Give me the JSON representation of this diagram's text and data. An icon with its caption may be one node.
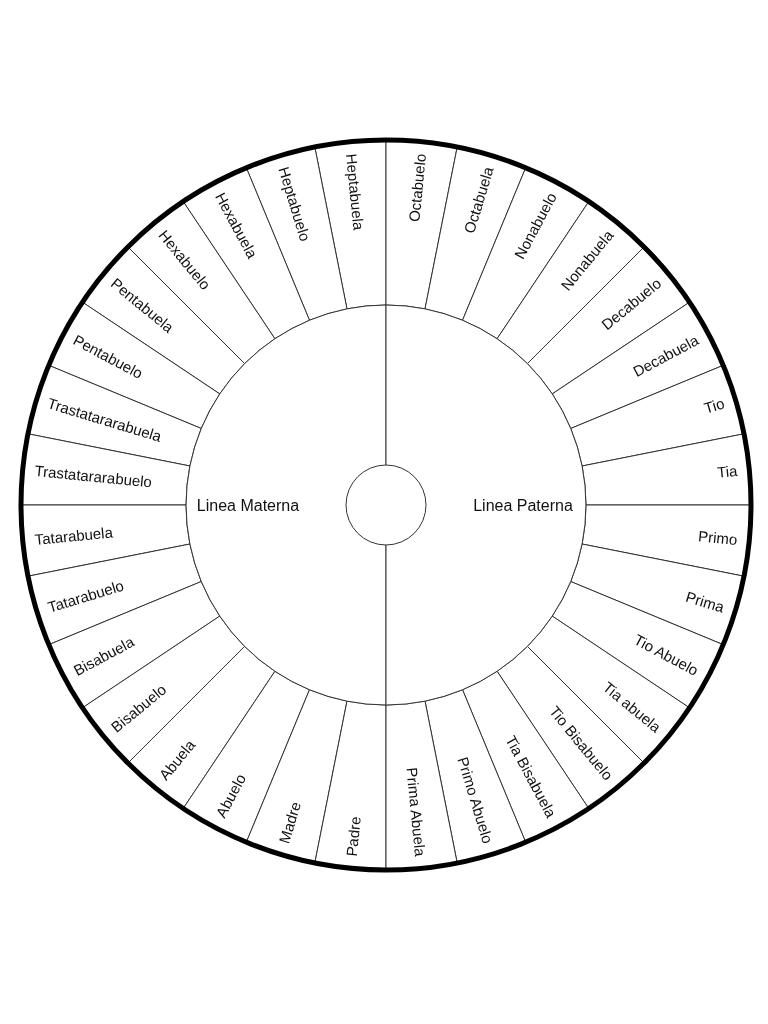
{
  "diagram": {
    "nodes": [
      {
        "text": [
          "Heptabuela"
        ]
      },
      {
        "text": [
          "Heptabuelo"
        ]
      },
      {
        "text": [
          "Hexabuela"
        ]
      },
      {
        "text": [
          "Hexabuelo"
        ]
      },
      {
        "text": [
          "Pentabuela"
        ]
      },
      {
        "text": [
          "Pentabuelo"
        ]
      },
      {
        "text": [
          "Trastatararabuela"
        ]
      },
      {
        "text": [
          "Trastatararabuelo"
        ]
      },
      {
        "text": [
          "Tatarabuela"
        ]
      },
      {
        "text": [
          "Tatarabuelo"
        ]
      },
      {
        "text": [
          "Bisabuela"
        ]
      },
      {
        "text": [
          "Bisabuelo"
        ]
      },
      {
        "text": [
          "Abuela"
        ]
      },
      {
        "text": [
          "Abuelo"
        ]
      },
      {
        "text": [
          "Madre"
        ]
      },
      {
        "text": [
          "Padre"
        ]
      },
      {
        "text": [
          "Octabuelo"
        ]
      },
      {
        "text": [
          "Octabuela"
        ]
      },
      {
        "text": [
          "Nonabuelo"
        ]
      },
      {
        "text": [
          "Nonabuela"
        ]
      },
      {
        "text": [
          "Decabuelo"
        ]
      },
      {
        "text": [
          "Decabuela"
        ]
      },
      {
        "text": [
          "Tio"
        ]
      },
      {
        "text": [
          "Tia"
        ]
      },
      {
        "text": [
          "Primo"
        ]
      },
      {
        "text": [
          "Prima"
        ]
      },
      {
        "text": [
          "Tio Abuelo"
        ]
      },
      {
        "text": [
          "Tia abuela"
        ]
      },
      {
        "text": [
          "Tio Bisabuelo"
        ]
      },
      {
        "text": [
          "Tia Bisabuela"
        ]
      },
      {
        "text": [
          "Primo Abuelo"
        ]
      },
      {
        "text": [
          "Prima Abuela"
        ]
      },
      {
        "text": [
          "Linea Materna"
        ]
      },
      {
        "text": [
          "Linea Paterna"
        ]
      },
      {
        "text": [],
        "shape": "circle"
      }
    ]
  }
}
